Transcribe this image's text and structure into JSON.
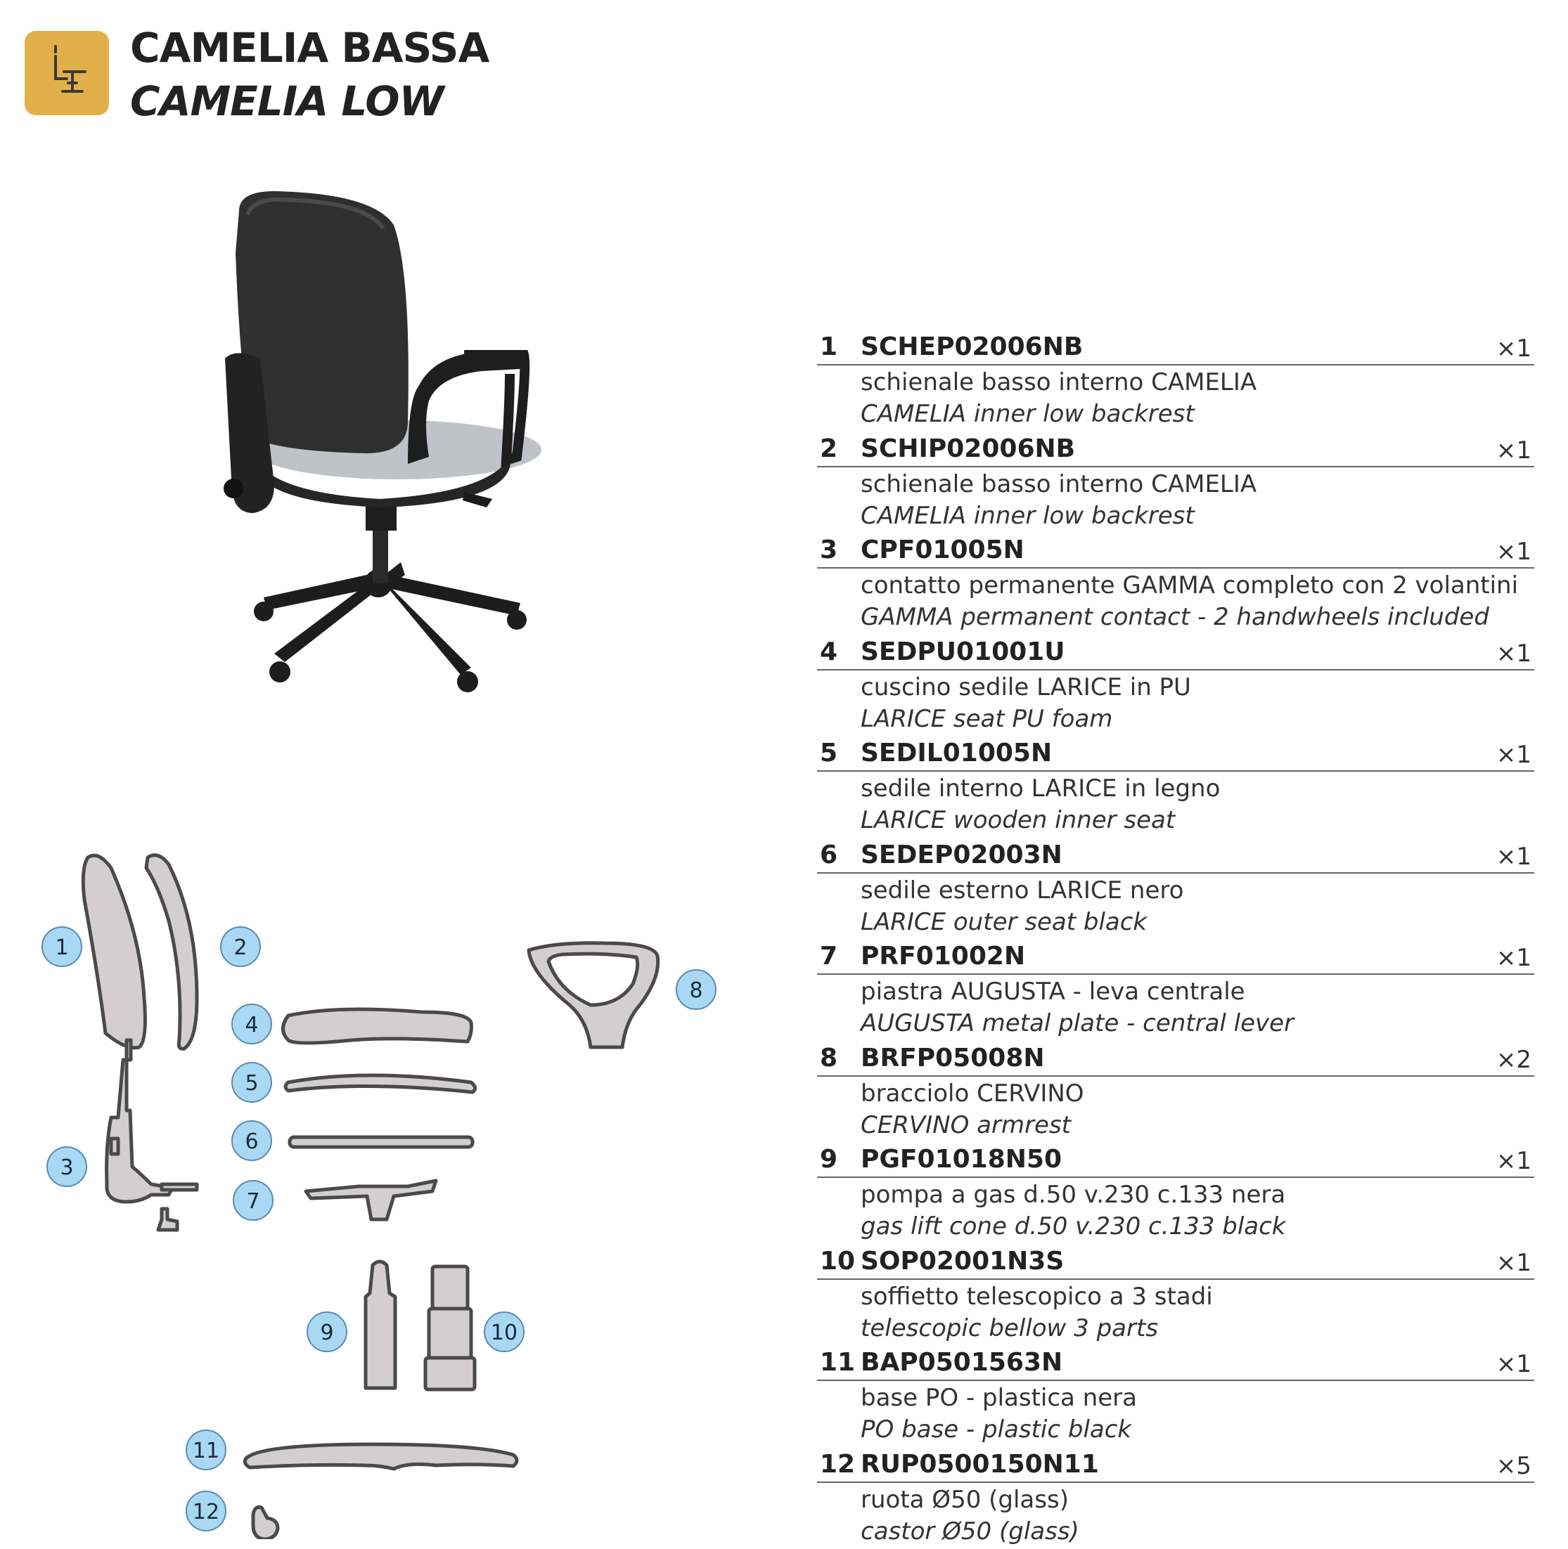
{
  "header": {
    "title_it": "CAMELIA BASSA",
    "title_en": "CAMELIA LOW",
    "accent_color": "#e2b04a",
    "icon": "chair-icon"
  },
  "diagram": {
    "badges": [
      "1",
      "2",
      "3",
      "4",
      "5",
      "6",
      "7",
      "8",
      "9",
      "10",
      "11",
      "12"
    ],
    "badge_color": "#a9d8f5",
    "part_fill": "#d3ced0",
    "part_stroke": "#4a4a4a"
  },
  "parts": [
    {
      "num": "1",
      "code": "SCHEP02006NB",
      "qty": "×1",
      "desc_it": "schienale basso interno CAMELIA",
      "desc_en": "CAMELIA inner low backrest"
    },
    {
      "num": "2",
      "code": "SCHIP02006NB",
      "qty": "×1",
      "desc_it": "schienale basso interno CAMELIA",
      "desc_en": "CAMELIA inner low backrest"
    },
    {
      "num": "3",
      "code": "CPF01005N",
      "qty": "×1",
      "desc_it": "contatto permanente GAMMA completo con 2 volantini",
      "desc_en": "GAMMA permanent contact - 2 handwheels included"
    },
    {
      "num": "4",
      "code": "SEDPU01001U",
      "qty": "×1",
      "desc_it": "cuscino sedile LARICE in PU",
      "desc_en": "LARICE seat PU foam"
    },
    {
      "num": "5",
      "code": "SEDIL01005N",
      "qty": "×1",
      "desc_it": "sedile interno LARICE in legno",
      "desc_en": "LARICE wooden inner seat"
    },
    {
      "num": "6",
      "code": "SEDEP02003N",
      "qty": "×1",
      "desc_it": "sedile esterno LARICE nero",
      "desc_en": "LARICE outer seat black"
    },
    {
      "num": "7",
      "code": "PRF01002N",
      "qty": "×1",
      "desc_it": "piastra AUGUSTA - leva centrale",
      "desc_en": "AUGUSTA metal plate - central lever"
    },
    {
      "num": "8",
      "code": "BRFP05008N",
      "qty": "×2",
      "desc_it": "bracciolo CERVINO",
      "desc_en": "CERVINO armrest"
    },
    {
      "num": "9",
      "code": "PGF01018N50",
      "qty": "×1",
      "desc_it": "pompa a gas d.50 v.230 c.133 nera",
      "desc_en": "gas lift cone d.50 v.230 c.133  black"
    },
    {
      "num": "10",
      "code": "SOP02001N3S",
      "qty": "×1",
      "desc_it": "soffietto telescopico a 3 stadi",
      "desc_en": "telescopic bellow 3 parts"
    },
    {
      "num": "11",
      "code": "BAP0501563N",
      "qty": "×1",
      "desc_it": "base PO - plastica nera",
      "desc_en": "PO base - plastic black"
    },
    {
      "num": "12",
      "code": "RUP0500150N11",
      "qty": "×5",
      "desc_it": "ruota Ø50 (glass)",
      "desc_en": "castor Ø50 (glass)"
    }
  ]
}
